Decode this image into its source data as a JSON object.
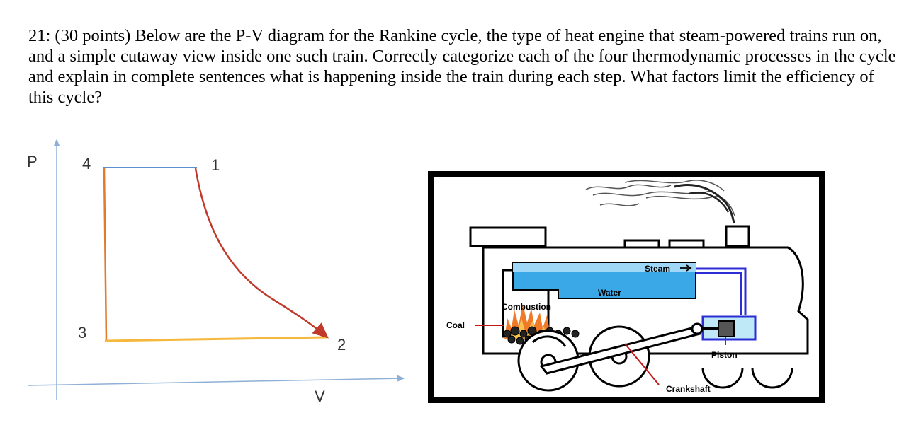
{
  "question": {
    "text": "21: (30 points) Below are the P-V diagram for the Rankine cycle, the type of heat engine that steam-powered trains run on, and a simple cutaway view inside one such train. Correctly categorize each of the four thermodynamic processes in the cycle and explain in complete sentences what is happening inside the train during each step. What factors limit the efficiency of this cycle?"
  },
  "pv_diagram": {
    "y_axis_label": "P",
    "x_axis_label": "V",
    "points": {
      "p1": "1",
      "p2": "2",
      "p3": "3",
      "p4": "4"
    },
    "colors": {
      "axes": "#8fb0d6",
      "top_line": "#5b8fd1",
      "curve": "#c0392b",
      "bottom_line": "#f5b83d",
      "left_line": "#e07a2c"
    }
  },
  "train": {
    "labels": {
      "steam": "Steam",
      "water": "Water",
      "combustion": "Combustion",
      "coal": "Coal",
      "piston": "Piston",
      "crankshaft": "Crankshaft"
    },
    "colors": {
      "frame": "#000000",
      "water": "#3aa7e6",
      "steam_pipe": "#2d2dd6",
      "fire": "#f07a28",
      "leader_line": "#c01818"
    }
  }
}
